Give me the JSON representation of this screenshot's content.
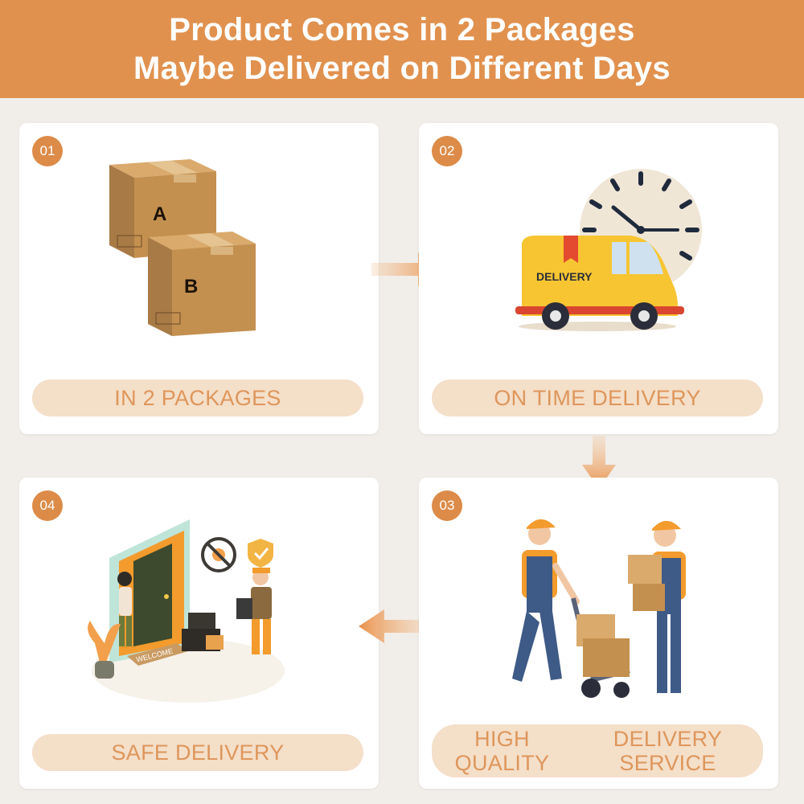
{
  "banner": {
    "line1": "Product Comes in 2 Packages",
    "line2": "Maybe Delivered on Different Days"
  },
  "cards": [
    {
      "number": "01",
      "label": "IN 2 PACKAGES",
      "box_a": "A",
      "box_b": "B"
    },
    {
      "number": "02",
      "label": "ON TIME DELIVERY",
      "van_text": "DELIVERY"
    },
    {
      "number": "03",
      "label_line1": "HIGH QUALITY",
      "label_line2": "DELIVERY SERVICE"
    },
    {
      "number": "04",
      "label": "SAFE DELIVERY",
      "mat_text": "WELCOME"
    }
  ],
  "colors": {
    "accent": "#e1914e",
    "badge": "#dc8b48",
    "pill_bg": "#f4dfc9",
    "pill_text": "#de965b",
    "page_bg": "#f1ede9"
  },
  "icons": [
    "package-box-icon",
    "clock-icon",
    "delivery-van-icon",
    "worker-icon",
    "hand-truck-icon",
    "door-icon",
    "virus-prohibited-icon",
    "shield-check-icon",
    "arrow-right-icon",
    "arrow-down-icon",
    "arrow-left-icon"
  ]
}
